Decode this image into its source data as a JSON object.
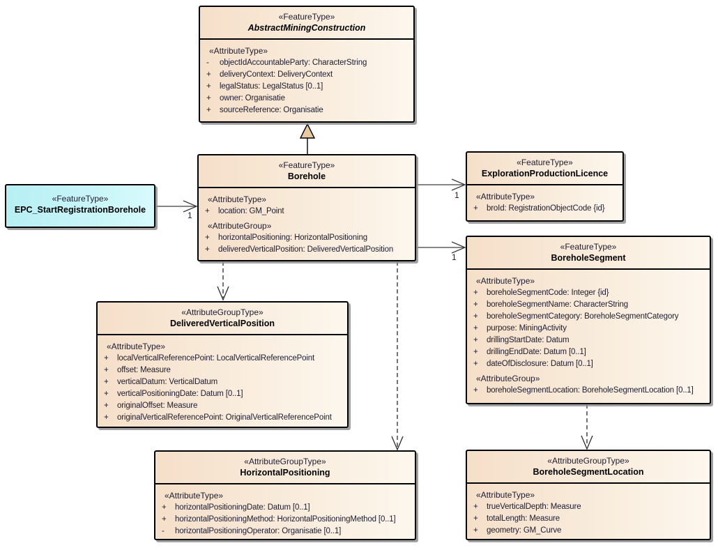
{
  "classes": {
    "amc": {
      "stereotype": "«FeatureType»",
      "name": "AbstractMiningConstruction",
      "attr_header": "«AttributeType»",
      "attrs": [
        {
          "vis": "-",
          "text": "objectIdAccountableParty: CharacterString"
        },
        {
          "vis": "+",
          "text": "deliveryContext: DeliveryContext"
        },
        {
          "vis": "+",
          "text": "legalStatus: LegalStatus [0..1]"
        },
        {
          "vis": "+",
          "text": "owner: Organisatie"
        },
        {
          "vis": "+",
          "text": "sourceReference: Organisatie"
        }
      ]
    },
    "borehole": {
      "stereotype": "«FeatureType»",
      "name": "Borehole",
      "attr_header": "«AttributeType»",
      "attrs": [
        {
          "vis": "+",
          "text": "location: GM_Point"
        }
      ],
      "group_header": "«AttributeGroup»",
      "group_attrs": [
        {
          "vis": "+",
          "text": "horizontalPositioning: HorizontalPositioning"
        },
        {
          "vis": "+",
          "text": "deliveredVerticalPosition: DeliveredVerticalPosition"
        }
      ]
    },
    "epc": {
      "stereotype": "«FeatureType»",
      "name": "EPC_StartRegistrationBorehole"
    },
    "epl": {
      "stereotype": "«FeatureType»",
      "name": "ExplorationProductionLicence",
      "attr_header": "«AttributeType»",
      "attrs": [
        {
          "vis": "+",
          "text": "broId: RegistrationObjectCode {id}"
        }
      ]
    },
    "seg": {
      "stereotype": "«FeatureType»",
      "name": "BoreholeSegment",
      "attr_header": "«AttributeType»",
      "attrs": [
        {
          "vis": "+",
          "text": "boreholeSegmentCode: Integer {id}"
        },
        {
          "vis": "+",
          "text": "boreholeSegmentName: CharacterString"
        },
        {
          "vis": "+",
          "text": "boreholeSegmentCategory: BoreholeSegmentCategory"
        },
        {
          "vis": "+",
          "text": "purpose: MiningActivity"
        },
        {
          "vis": "+",
          "text": "drillingStartDate: Datum"
        },
        {
          "vis": "+",
          "text": "drillingEndDate: Datum [0..1]"
        },
        {
          "vis": "+",
          "text": "dateOfDisclosure: Datum [0..1]"
        }
      ],
      "group_header": "«AttributeGroup»",
      "group_attrs": [
        {
          "vis": "+",
          "text": "boreholeSegmentLocation: BoreholeSegmentLocation [0..1]"
        }
      ]
    },
    "dvp": {
      "stereotype": "«AttributeGroupType»",
      "name": "DeliveredVerticalPosition",
      "attr_header": "«AttributeType»",
      "attrs": [
        {
          "vis": "+",
          "text": "localVerticalReferencePoint: LocalVerticalReferencePoint"
        },
        {
          "vis": "+",
          "text": "offset: Measure"
        },
        {
          "vis": "+",
          "text": "verticalDatum: VerticalDatum"
        },
        {
          "vis": "+",
          "text": "verticalPositioningDate: Datum [0..1]"
        },
        {
          "vis": "+",
          "text": "originalOffset: Measure"
        },
        {
          "vis": "+",
          "text": "originalVerticalReferencePoint: OriginalVerticalReferencePoint"
        }
      ]
    },
    "hp": {
      "stereotype": "«AttributeGroupType»",
      "name": "HorizontalPositioning",
      "attr_header": "«AttributeType»",
      "attrs": [
        {
          "vis": "+",
          "text": "horizontalPositioningDate: Datum [0..1]"
        },
        {
          "vis": "+",
          "text": "horizontalPositioningMethod: HorizontalPositioningMethod [0..1]"
        },
        {
          "vis": "-",
          "text": "horizontalPositioningOperator: Organisatie [0..1]"
        }
      ]
    },
    "bsl": {
      "stereotype": "«AttributeGroupType»",
      "name": "BoreholeSegmentLocation",
      "attr_header": "«AttributeType»",
      "attrs": [
        {
          "vis": "+",
          "text": "trueVerticalDepth: Measure"
        },
        {
          "vis": "+",
          "text": "totalLength: Measure"
        },
        {
          "vis": "+",
          "text": "geometry: GM_Curve"
        }
      ]
    }
  },
  "connectors": {
    "epc_to_borehole_mult": "1",
    "borehole_to_licence_mult": "1",
    "borehole_to_segment_mult": "1"
  },
  "colors": {
    "box_fill_left": "#f5dfc9",
    "box_fill_right": "#fdf7ee",
    "cyan_fill": "#b6eff4",
    "generalization_fill": "#e9c9a0",
    "border": "#000000"
  }
}
